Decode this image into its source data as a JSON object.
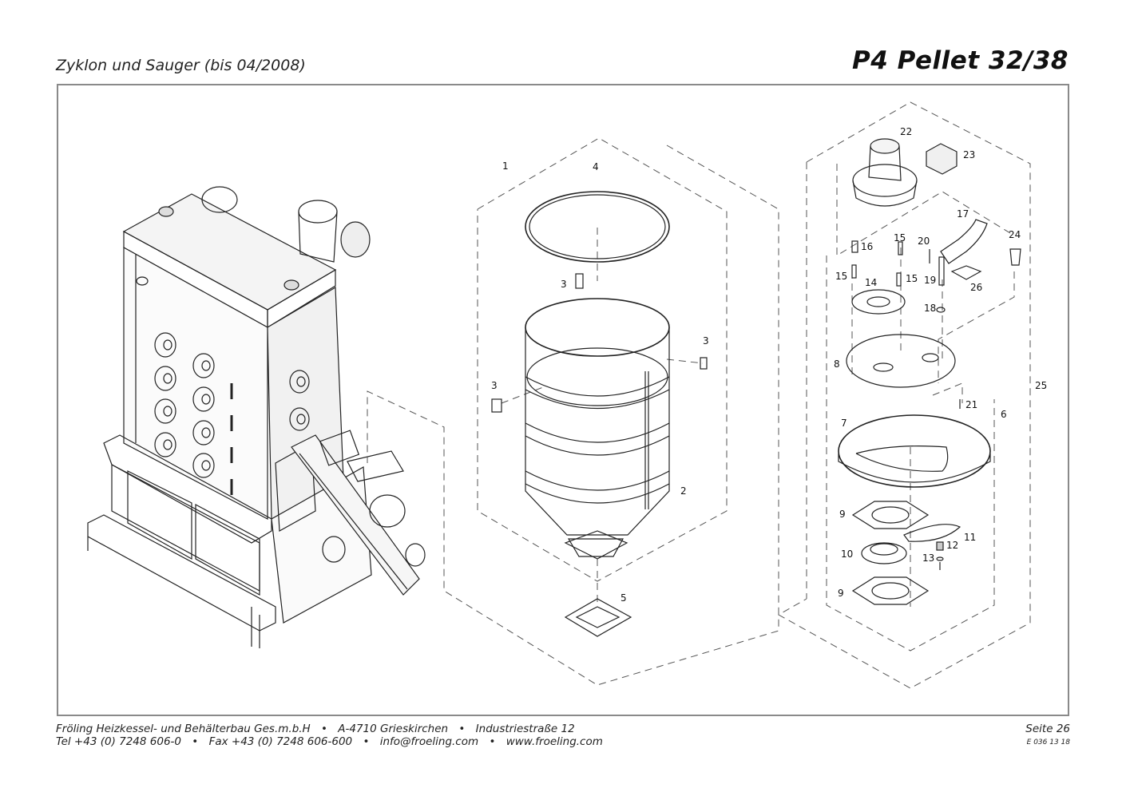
{
  "header": {
    "subtitle": "Zyklon und Sauger (bis 04/2008)",
    "title": "P4 Pellet 32/38"
  },
  "labels": {
    "p1": "1",
    "p2": "2",
    "p3a": "3",
    "p3b": "3",
    "p3c": "3",
    "p4": "4",
    "p5": "5",
    "p6": "6",
    "p7": "7",
    "p8": "8",
    "p9a": "9",
    "p9b": "9",
    "p10": "10",
    "p11": "11",
    "p12": "12",
    "p13": "13",
    "p14": "14",
    "p15a": "15",
    "p15b": "15",
    "p15c": "15",
    "p16": "16",
    "p17": "17",
    "p18": "18",
    "p19": "19",
    "p20": "20",
    "p21": "21",
    "p22": "22",
    "p23": "23",
    "p24": "24",
    "p25": "25",
    "p26": "26"
  },
  "footer": {
    "company": "Fröling Heizkessel- und Behälterbau Ges.m.b.H",
    "address": "A-4710 Grieskirchen",
    "street": "Industriestraße 12",
    "tel": "Tel +43 (0) 7248 606-0",
    "fax": "Fax +43 (0) 7248 606-600",
    "email": "info@froeling.com",
    "web": "www.froeling.com",
    "page": "Seite 26",
    "docno": "E 036 13 18",
    "bullet": "•"
  }
}
